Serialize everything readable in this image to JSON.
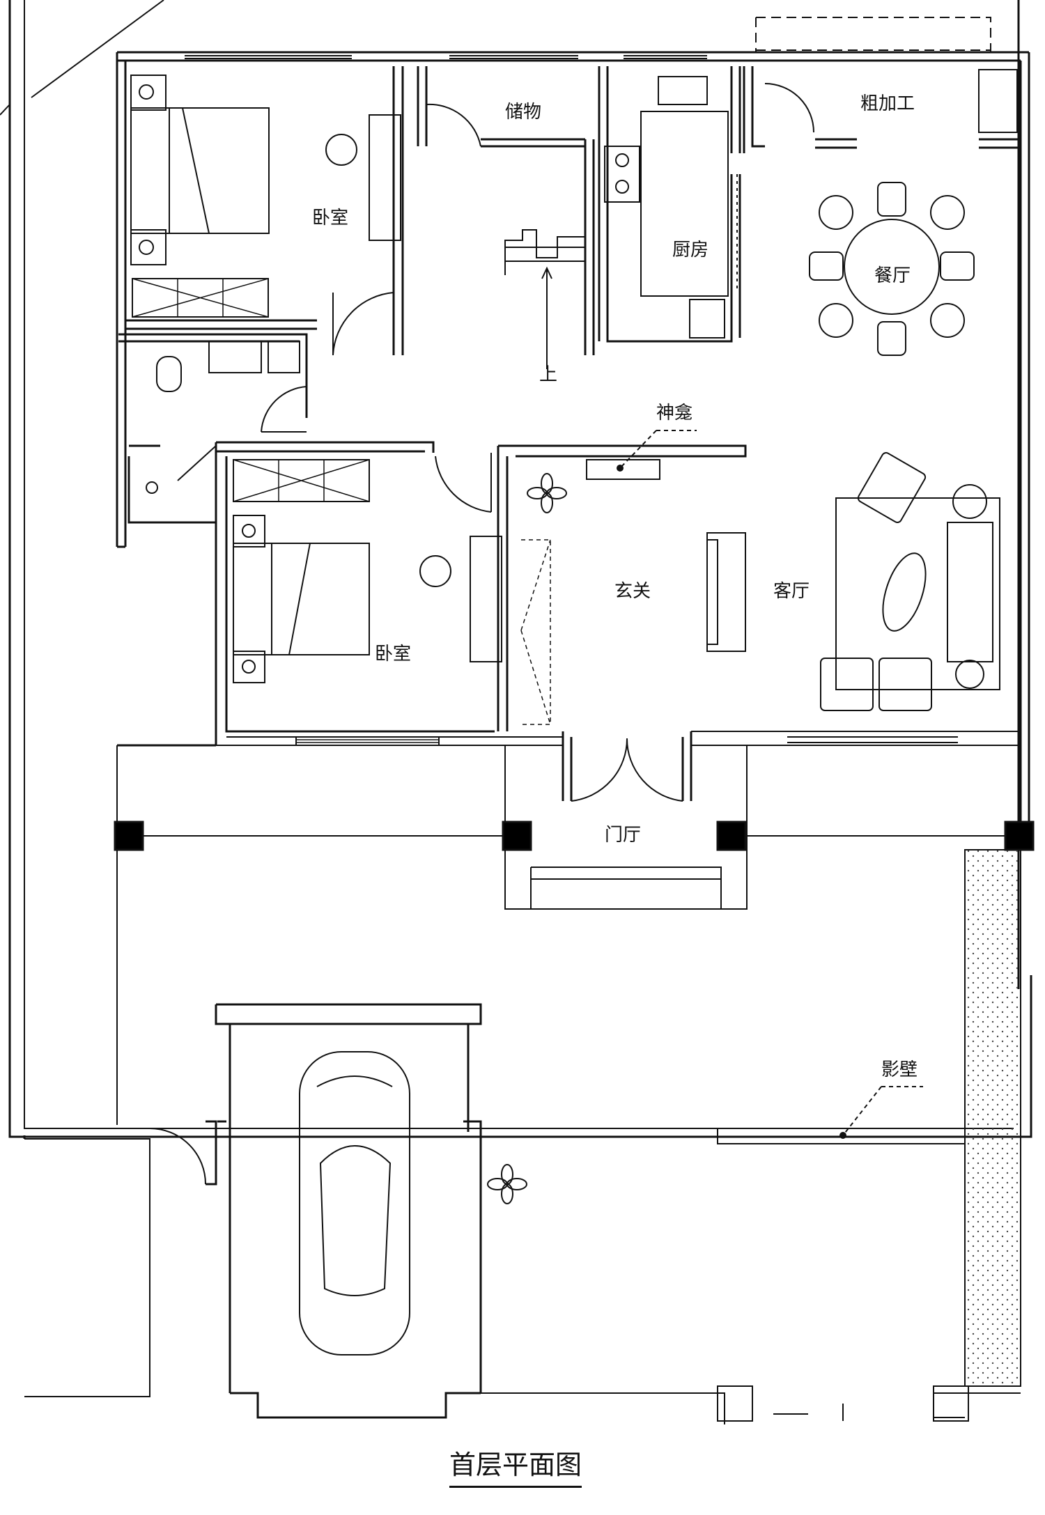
{
  "title": "首层平面图",
  "rooms": {
    "bedroom_1": "卧室",
    "storage": "储物",
    "kitchen": "厨房",
    "rough_processing": "粗加工",
    "dining": "餐厅",
    "stair_up": "上",
    "bedroom_2": "卧室",
    "foyer": "玄关",
    "living": "客厅",
    "entrance_hall": "门厅"
  },
  "callouts": {
    "shrine": "神龛",
    "screen_wall": "影壁"
  },
  "colors": {
    "line": "#111111",
    "background": "#ffffff",
    "column": "#000000"
  }
}
